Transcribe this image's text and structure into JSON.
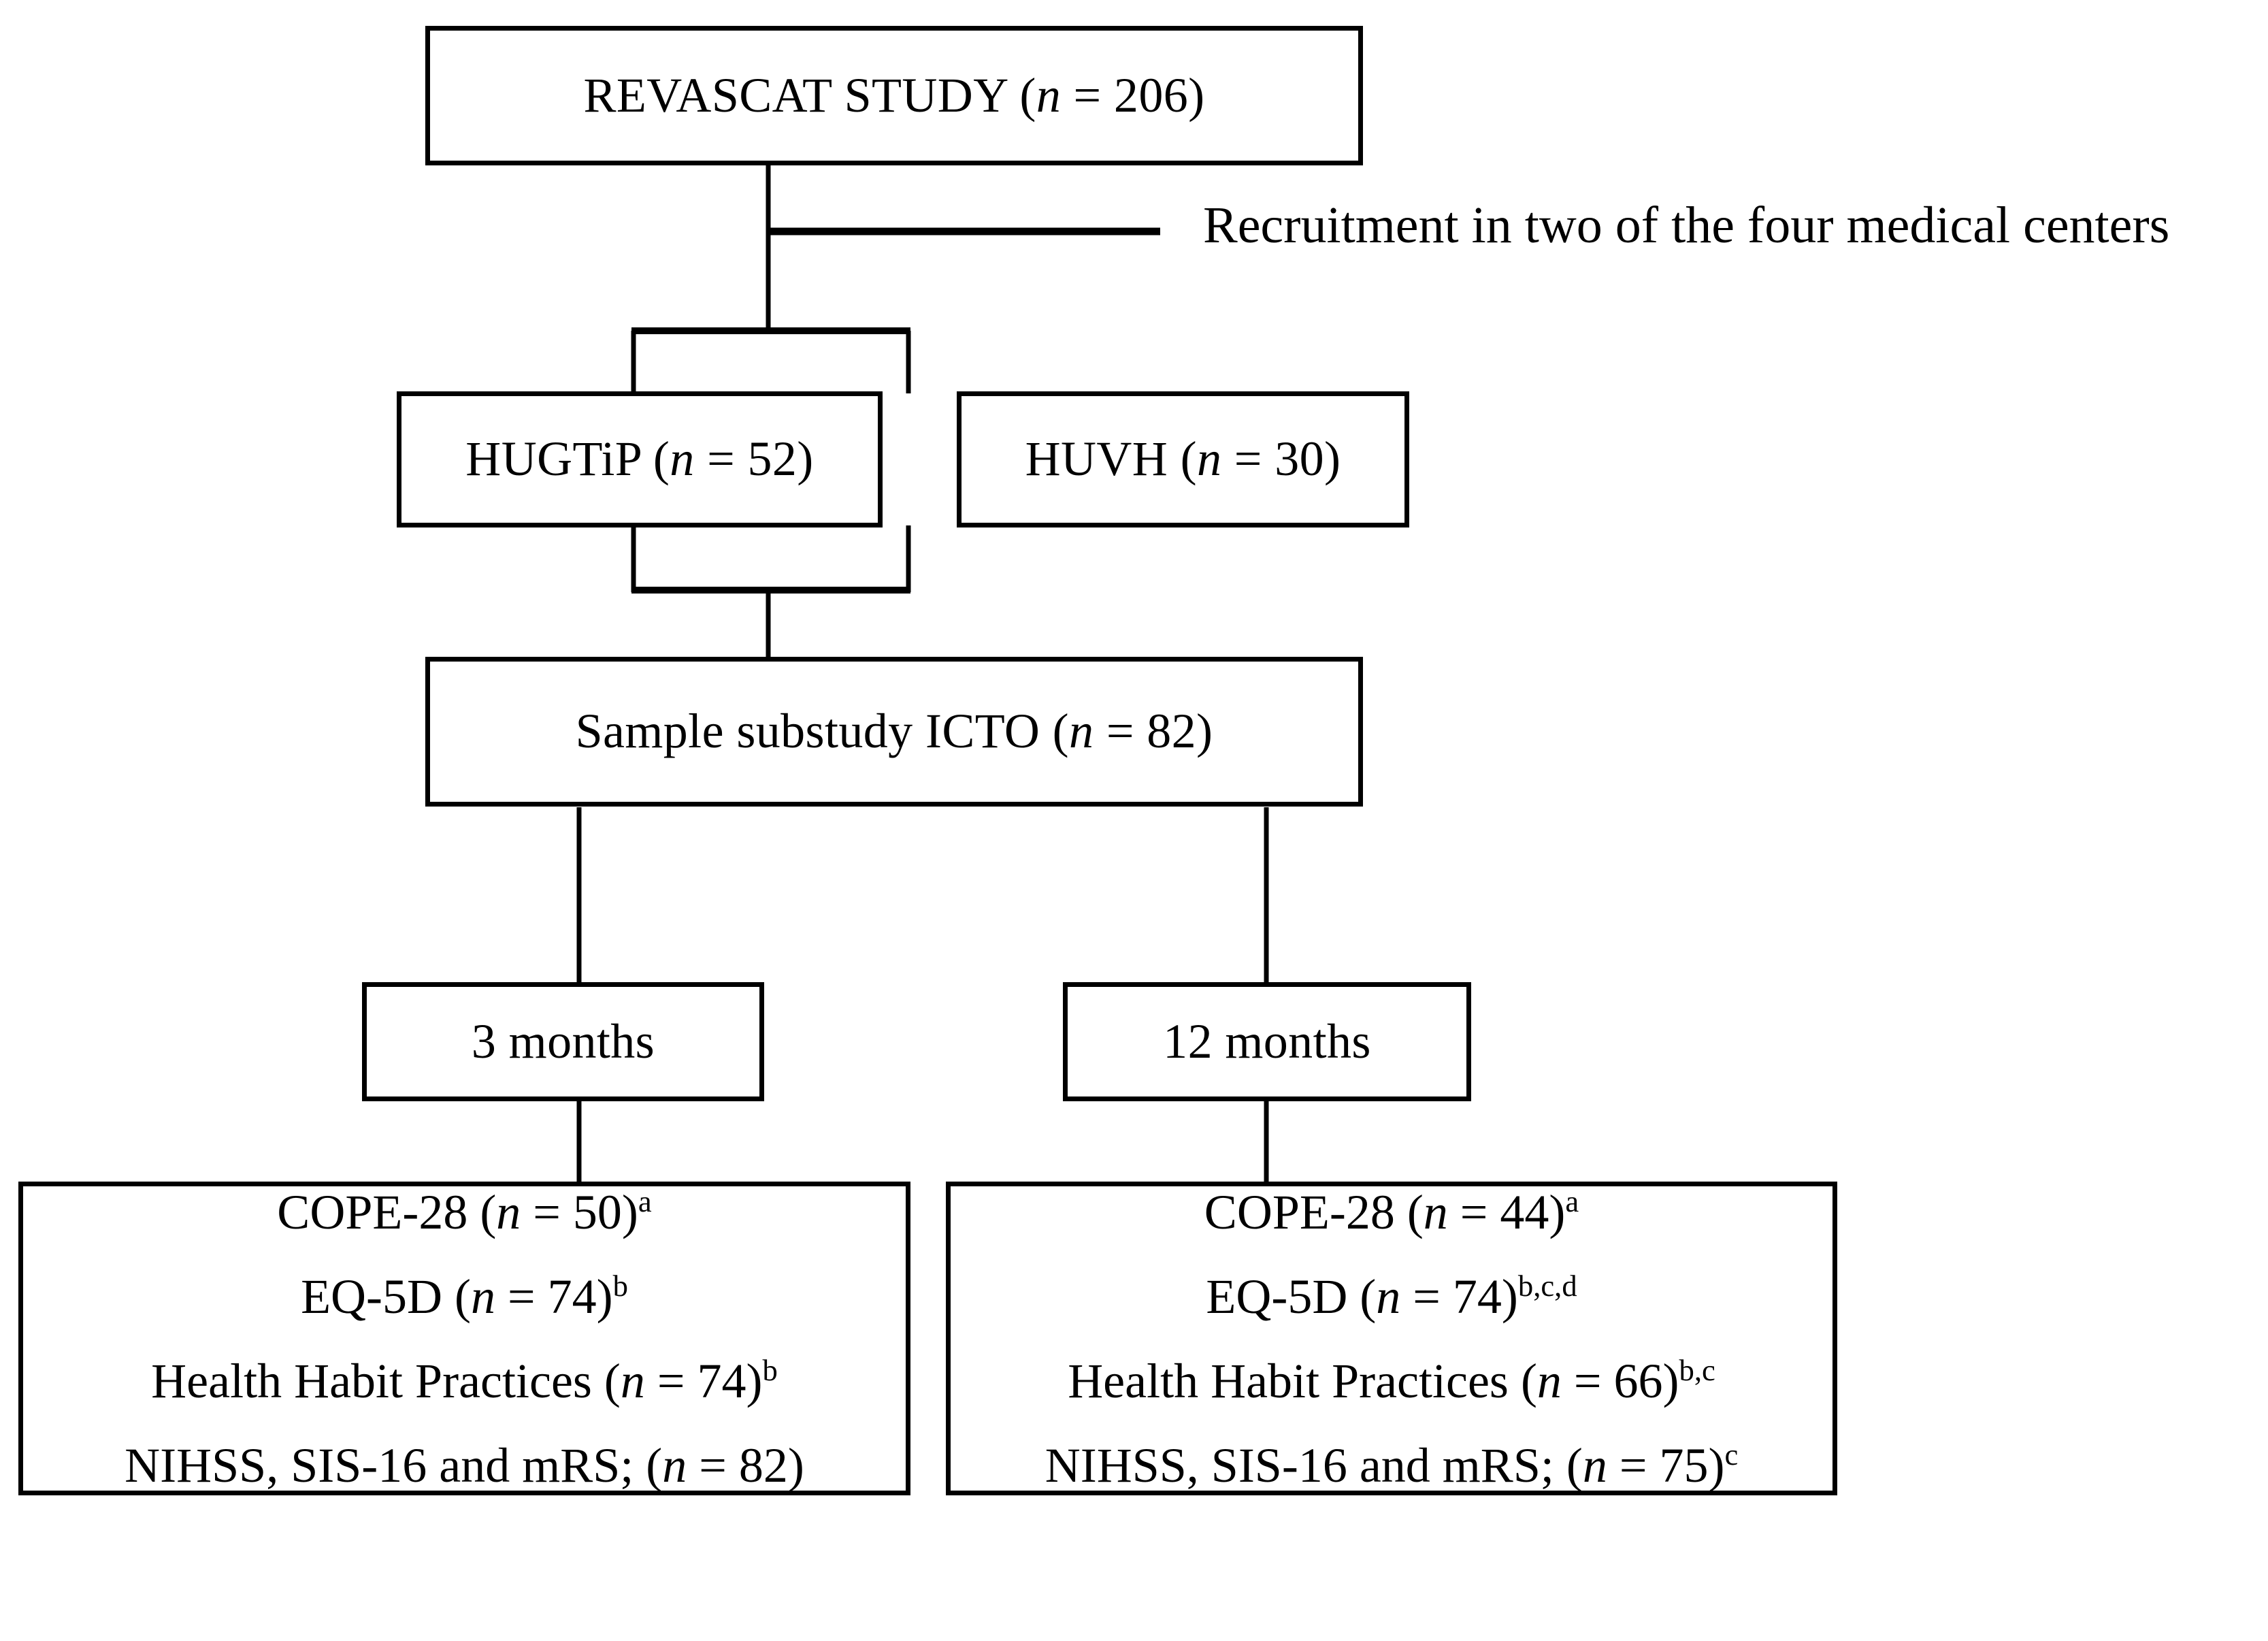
{
  "figure": {
    "type": "flowchart",
    "orientation": "top-down",
    "background_color": "#ffffff",
    "line_color": "#000000",
    "text_color": "#000000"
  },
  "nodes": {
    "root": {
      "id": "revascat-study",
      "label": "REVASCAT STUDY (n = 206)",
      "name": "REVASCAT STUDY",
      "n": 206
    },
    "center_left": {
      "id": "hugtip",
      "label": "HUGTiP (n = 52)",
      "name": "HUGTiP",
      "n": 52
    },
    "center_right": {
      "id": "huvh",
      "label": "HUVH (n = 30)",
      "name": "HUVH",
      "n": 30
    },
    "sample": {
      "id": "sample-substudy-icto",
      "label": "Sample substudy ICTO (n = 82)",
      "name": "Sample substudy ICTO",
      "n": 82
    },
    "timepoint_left": {
      "id": "three-months",
      "label": "3 months"
    },
    "timepoint_right": {
      "id": "twelve-months",
      "label": "12 months"
    }
  },
  "annotations": {
    "recruitment_note": "Recruitment in two of the four medical centers"
  },
  "outcomes": {
    "three_months": {
      "timepoint": "3 months",
      "measures": [
        {
          "label": "COPE-28 (n = 50)",
          "instrument": "COPE-28",
          "n": 50,
          "footnotes": "a"
        },
        {
          "label": "EQ-5D (n = 74)",
          "instrument": "EQ-5D",
          "n": 74,
          "footnotes": "b"
        },
        {
          "label": "Health Habit Practices (n = 74)",
          "instrument": "Health Habit Practices",
          "n": 74,
          "footnotes": "b"
        },
        {
          "label": "NIHSS, SIS-16 and mRS; (n = 82)",
          "instrument": "NIHSS, SIS-16 and mRS;",
          "n": 82,
          "footnotes": ""
        }
      ]
    },
    "twelve_months": {
      "timepoint": "12 months",
      "measures": [
        {
          "label": "COPE-28 (n = 44)",
          "instrument": "COPE-28",
          "n": 44,
          "footnotes": "a"
        },
        {
          "label": "EQ-5D (n = 74)",
          "instrument": "EQ-5D",
          "n": 74,
          "footnotes": "b,c,d"
        },
        {
          "label": "Health Habit Practices (n = 66)",
          "instrument": "Health Habit Practices",
          "n": 66,
          "footnotes": "b,c"
        },
        {
          "label": "NIHSS, SIS-16 and mRS; (n = 75)",
          "instrument": "NIHSS, SIS-16 and mRS;",
          "n": 75,
          "footnotes": "c"
        }
      ]
    }
  },
  "text_fragments": {
    "n_symbol": "n",
    "root_prefix": "REVASCAT STUDY (",
    "root_suffix": " = 206)",
    "hugtip_prefix": "HUGTiP (",
    "hugtip_suffix": " = 52)",
    "huvh_prefix": "HUVH (",
    "huvh_suffix": " = 30)",
    "sample_prefix": "Sample substudy ICTO (",
    "sample_suffix": " = 82)",
    "cope28_prefix": "COPE-28 (",
    "cope28_left_suffix": " = 50)",
    "cope28_right_suffix": " = 44)",
    "eq5d_prefix": "EQ-5D (",
    "eq5d_left_suffix": " = 74)",
    "eq5d_right_suffix": " = 74)",
    "hhp_prefix": "Health Habit Practices (",
    "hhp_left_suffix": " = 74)",
    "hhp_right_suffix": " = 66)",
    "nihss_prefix": "NIHSS, SIS-16 and mRS; (",
    "nihss_left_suffix": " = 82)",
    "nihss_right_suffix": " = 75)",
    "footnote_a": "a",
    "footnote_b": "b",
    "footnote_bcd": "b,c,d",
    "footnote_bc": "b,c",
    "footnote_c": "c"
  }
}
